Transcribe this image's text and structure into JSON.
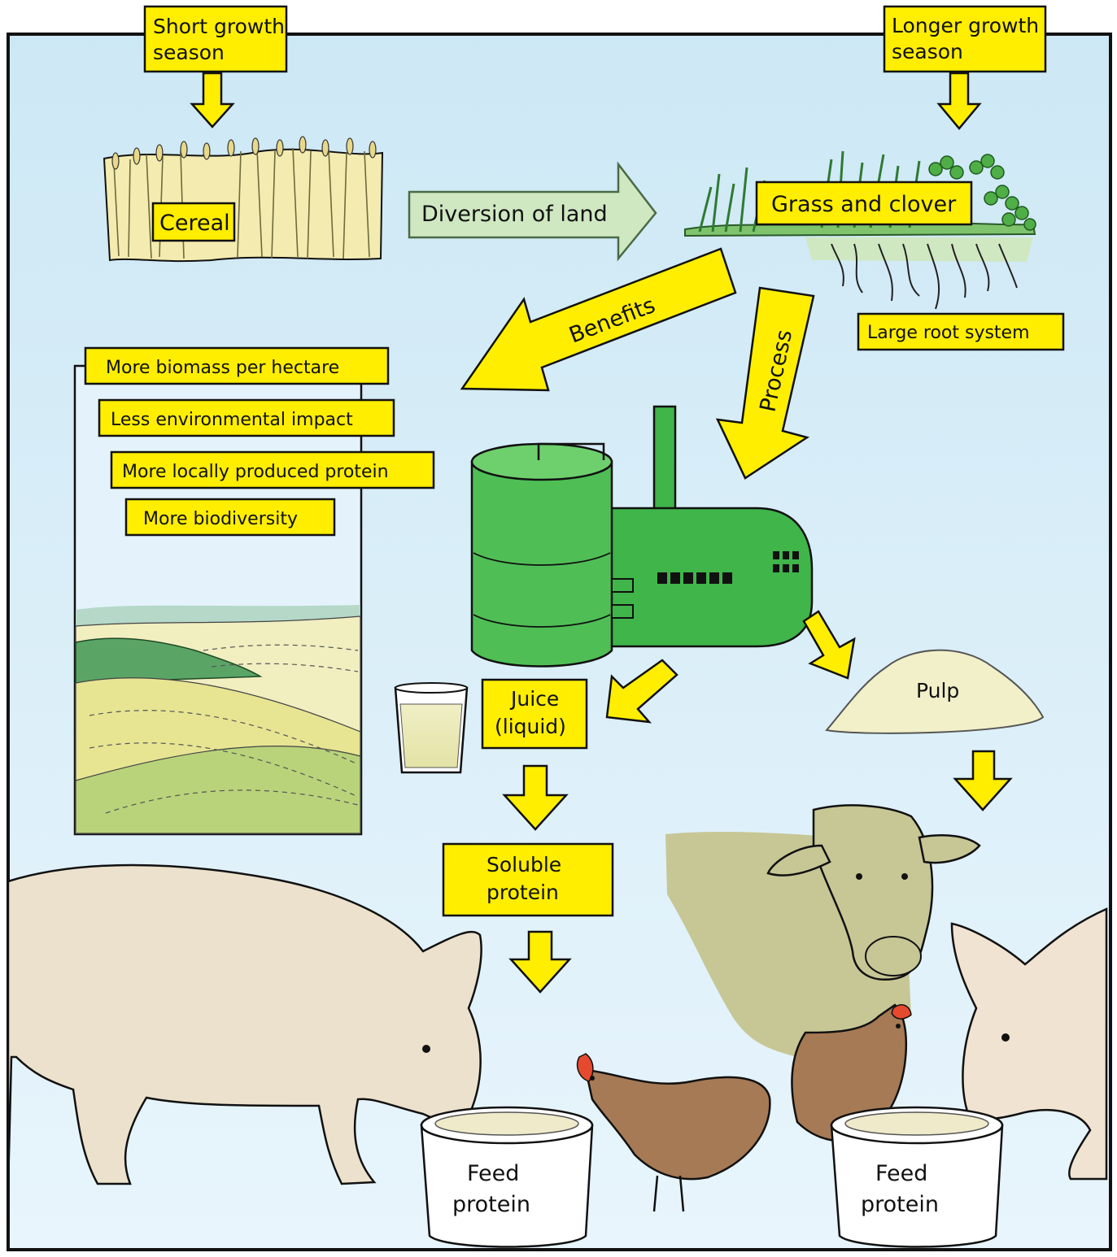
{
  "diagram": {
    "season_short": [
      "Short growth",
      "season"
    ],
    "season_long": [
      "Longer growth",
      "season"
    ],
    "crop_cereal": "Cereal",
    "crop_grass": "Grass and clover",
    "arrow_diversion": "Diversion of land",
    "root_label": "Large root system",
    "arrow_benefits": "Benefits",
    "arrow_process": "Process",
    "benefits": [
      "More biomass per hectare",
      "Less environmental impact",
      "More locally produced protein",
      "More biodiversity"
    ],
    "juice": [
      "Juice",
      "(liquid)"
    ],
    "pulp": "Pulp",
    "soluble_protein": [
      "Soluble",
      "protein"
    ],
    "feed_left": [
      "Feed",
      "protein"
    ],
    "feed_right": [
      "Feed",
      "protein"
    ]
  },
  "colors": {
    "label_yellow": "#ffee00",
    "arrow_yellow": "#ffee00",
    "diversion_arrow": "#cfe8c2",
    "machine_green": "#3fb54a",
    "sky_top": "#cde9f6",
    "sky_bottom": "#e6f4fb"
  }
}
